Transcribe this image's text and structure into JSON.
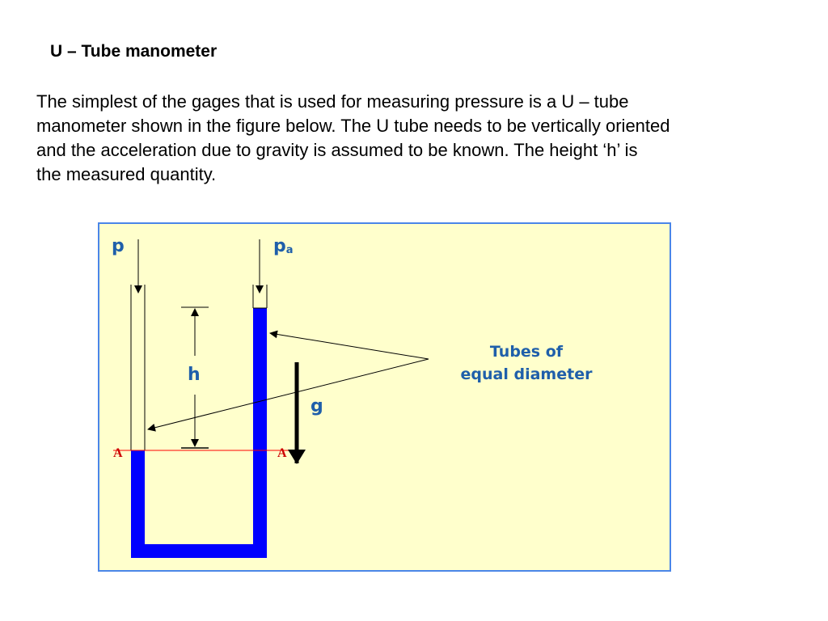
{
  "slide": {
    "title": "U – Tube manometer",
    "paragraph_lines": [
      "The simplest of the gages that is used for measuring pressure is a U – tube",
      "manometer shown in the figure  below. The U tube needs to be vertically oriented",
      "and the acceleration due to gravity is assumed to be known. The height ‘h’ is",
      "the measured quantity."
    ]
  },
  "figure": {
    "labels": {
      "p_left": "p",
      "p_right_base": "p",
      "p_right_sub": "a",
      "height": "h",
      "gravity": "g",
      "level_left": "A",
      "level_right": "A",
      "note_line1": "Tubes of",
      "note_line2": "equal diameter"
    },
    "colors": {
      "background": "#FFFFCC",
      "border": "#4A86E8",
      "fluid": "#0000FF",
      "label": "#1F5FAA",
      "reference_line": "#FF0000",
      "reference_label": "#CC0000"
    }
  }
}
